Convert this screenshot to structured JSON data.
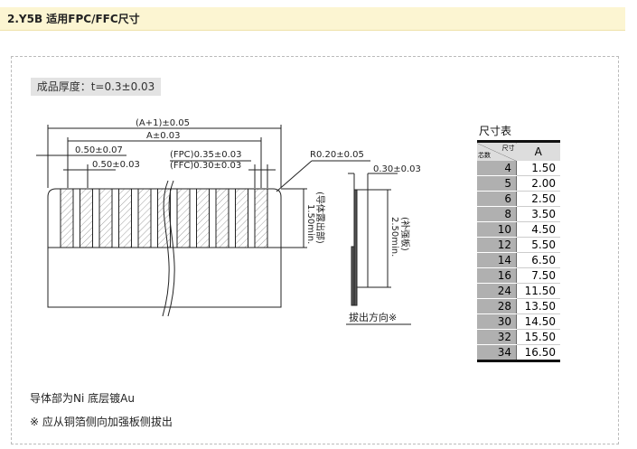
{
  "header": {
    "title": "2.Y5B 适用FPC/FFC尺寸"
  },
  "thickness": "成品厚度：t=0.3±0.03",
  "drawing": {
    "dim_total": "(A+1)±0.05",
    "dim_a": "A±0.03",
    "pitch_tol": "0.50±0.07",
    "pitch": "0.50±0.03",
    "fpc_width": "(FPC)0.35±0.03",
    "ffc_width": "(FFC)0.30±0.03",
    "radius": "R0.20±0.05",
    "exposed": "1.50min.",
    "exposed_label": "(导体露出部)",
    "side_thickness": "0.30±0.03",
    "stiffener": "2.50min.",
    "stiffener_label": "(补强板)",
    "pull_direction": "拔出方向※"
  },
  "notes": [
    "导体部为Ni 底层镀Au",
    "※ 应从铜箔侧向加强板侧拔出"
  ],
  "table": {
    "title": "尺寸表",
    "corner_left": "芯数",
    "corner_right": "尺寸",
    "col": "A",
    "rows": [
      [
        "4",
        "1.50"
      ],
      [
        "5",
        "2.00"
      ],
      [
        "6",
        "2.50"
      ],
      [
        "8",
        "3.50"
      ],
      [
        "10",
        "4.50"
      ],
      [
        "12",
        "5.50"
      ],
      [
        "14",
        "6.50"
      ],
      [
        "16",
        "7.50"
      ],
      [
        "24",
        "11.50"
      ],
      [
        "28",
        "13.50"
      ],
      [
        "30",
        "14.50"
      ],
      [
        "32",
        "15.50"
      ],
      [
        "34",
        "16.50"
      ]
    ]
  }
}
